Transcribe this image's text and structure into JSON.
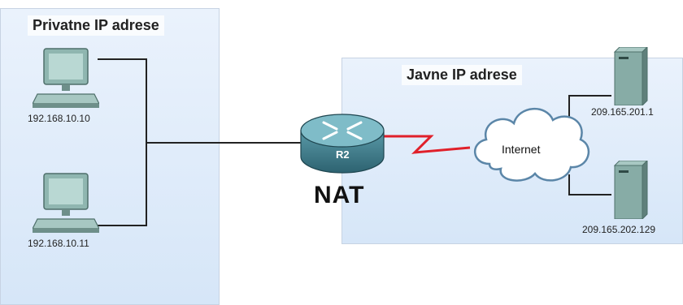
{
  "zones": {
    "private_title": "Privatne IP adrese",
    "public_title": "Javne IP adrese"
  },
  "hosts": {
    "pc1_ip": "192.168.10.10",
    "pc2_ip": "192.168.10.11",
    "server1_ip": "209.165.201.1",
    "server2_ip": "209.165.202.129"
  },
  "router": {
    "name": "R2",
    "role": "NAT"
  },
  "cloud": {
    "label": "Internet"
  },
  "colors": {
    "zone_fill": "#dce9f9",
    "serial_link": "#e0202a",
    "ethernet_link": "#222222",
    "router_body": "#3c7d8c"
  },
  "icons": [
    "desktop-pc-icon",
    "router-icon",
    "internet-cloud-icon",
    "server-icon"
  ]
}
